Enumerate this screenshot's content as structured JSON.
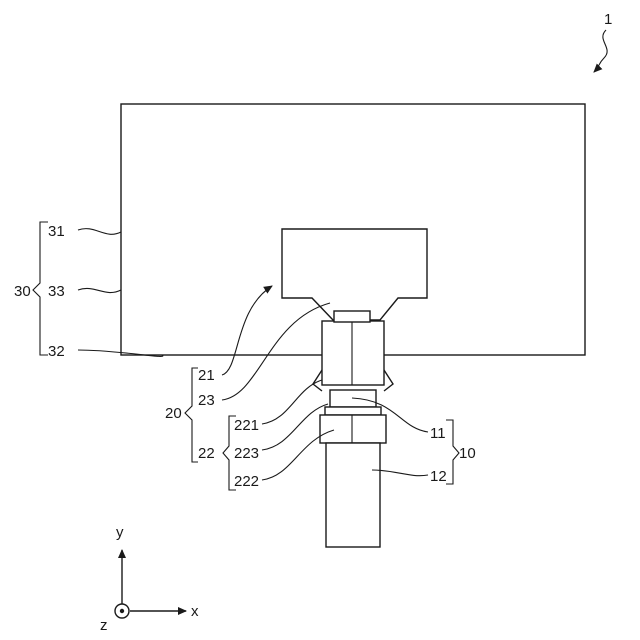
{
  "figure": {
    "ref_main": "1",
    "labels": {
      "l31": "31",
      "l33": "33",
      "l32": "32",
      "l30": "30",
      "l21": "21",
      "l23": "23",
      "l20": "20",
      "l221": "221",
      "l223": "223",
      "l22": "22",
      "l222": "222",
      "l11": "11",
      "l12": "12",
      "l10": "10"
    },
    "axes": {
      "y": "y",
      "x": "x",
      "z": "z"
    }
  }
}
